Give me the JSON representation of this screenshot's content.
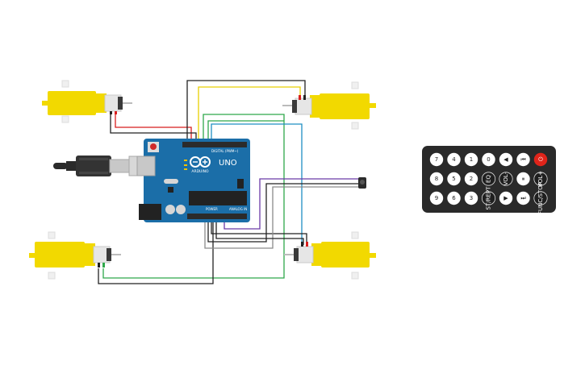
{
  "board": {
    "logo_text": "ARDUINO",
    "model": "UNO",
    "digital_header": "DIGITAL (PWM~)",
    "power_header": "POWER",
    "analog_header": "ANALOG IN"
  },
  "remote": {
    "buttons": [
      {
        "label": "7"
      },
      {
        "label": "4"
      },
      {
        "label": "1"
      },
      {
        "label": "0"
      },
      {
        "label": "◀"
      },
      {
        "label": "⏮"
      },
      {
        "label": "⏻"
      },
      {
        "label": "8"
      },
      {
        "label": "5"
      },
      {
        "label": "2"
      },
      {
        "label": "EQ"
      },
      {
        "label": "VOL-"
      },
      {
        "label": "⏸"
      },
      {
        "label": "VOL+"
      },
      {
        "label": "9"
      },
      {
        "label": "6"
      },
      {
        "label": "3"
      },
      {
        "label": "ST/REPT"
      },
      {
        "label": "▶"
      },
      {
        "label": "⏭"
      },
      {
        "label": "FUNC/STOP"
      }
    ]
  },
  "colors": {
    "board": "#1b6ea8",
    "motor_yellow": "#f2d900",
    "remote_body": "#2a2a2a",
    "power_button": "#e0241a",
    "wire_black": "#222222",
    "wire_red": "#d81e1e",
    "wire_yellow": "#e8cf00",
    "wire_green": "#2ea84a",
    "wire_blue": "#1f8fc2",
    "wire_purple": "#6a3aa8",
    "wire_grey": "#8a8a8a"
  }
}
